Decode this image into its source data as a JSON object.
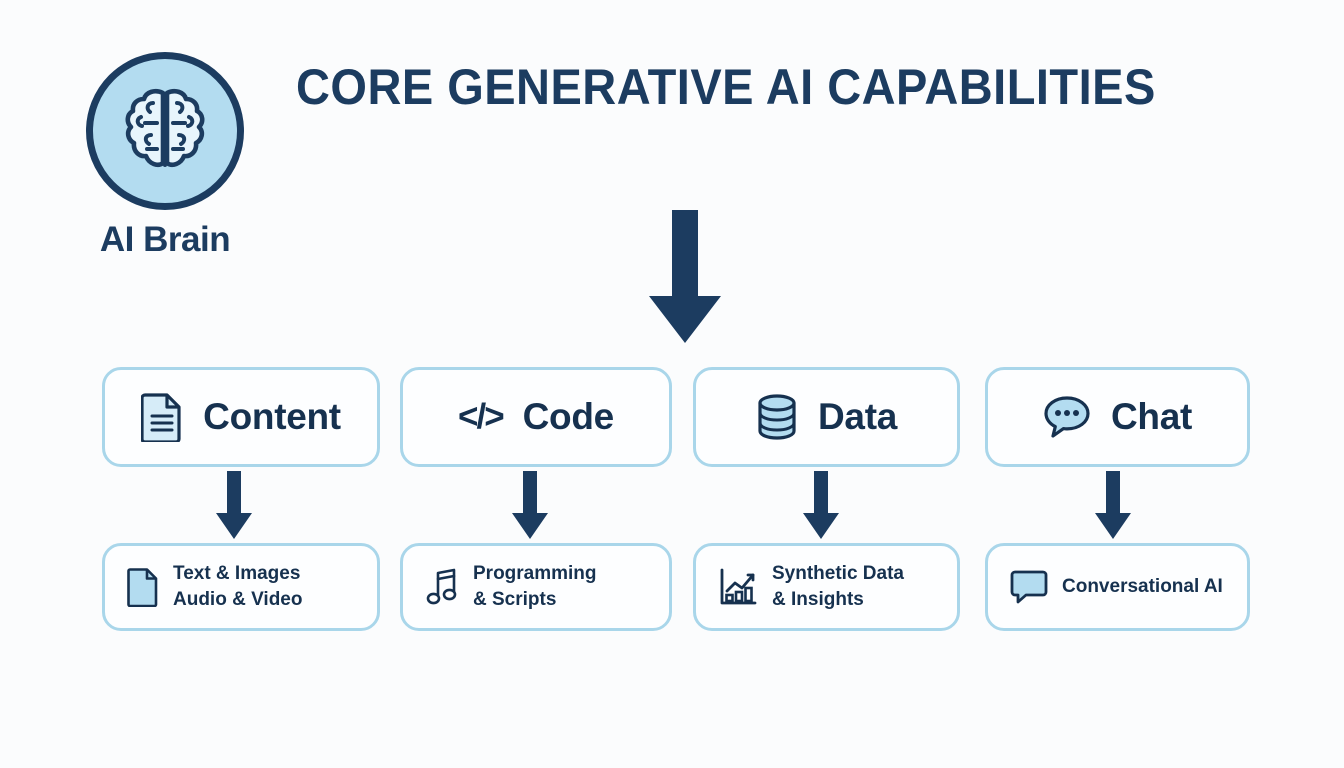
{
  "header": {
    "title": "CORE GENERATIVE AI CAPABILITIES",
    "badge_label": "AI Brain",
    "badge_icon": "brain-icon"
  },
  "colors": {
    "background": "#fbfcfd",
    "navy": "#1c3c60",
    "text_navy": "#16314f",
    "light_blue": "#b3dcf0",
    "border_blue": "#a9d6ea",
    "card_fill": "#fdfeff",
    "arrow": "#1c3c60"
  },
  "flow": {
    "main_arrow": "down-arrow",
    "branch_arrows": [
      "down-arrow",
      "down-arrow",
      "down-arrow",
      "down-arrow"
    ]
  },
  "capabilities": [
    {
      "id": "content",
      "label": "Content",
      "icon": "document-lines-icon",
      "detail": "Text & Images\nAudio & Video",
      "detail_icon": "page-icon"
    },
    {
      "id": "code",
      "label": "Code",
      "icon": "code-tag-icon",
      "icon_glyph": "</>",
      "detail": "Programming\n& Scripts",
      "detail_icon": "music-note-icon"
    },
    {
      "id": "data",
      "label": "Data",
      "icon": "database-icon",
      "detail": "Synthetic Data\n& Insights",
      "detail_icon": "bar-chart-trend-icon"
    },
    {
      "id": "chat",
      "label": "Chat",
      "icon": "speech-bubble-dots-icon",
      "detail": "Conversational AI",
      "detail_icon": "chat-bubble-icon"
    }
  ]
}
